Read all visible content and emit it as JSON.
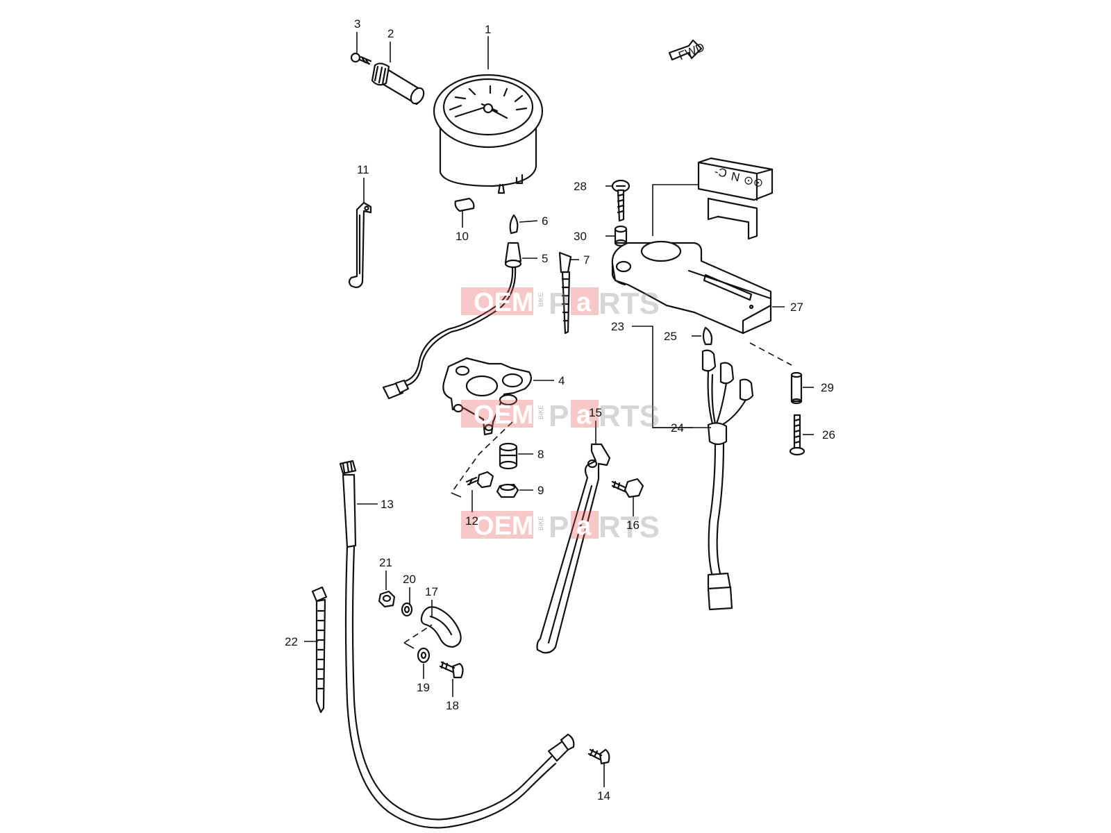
{
  "callouts": [
    "1",
    "2",
    "3",
    "4",
    "5",
    "6",
    "7",
    "8",
    "9",
    "10",
    "11",
    "12",
    "13",
    "14",
    "15",
    "16",
    "17",
    "18",
    "19",
    "20",
    "21",
    "22",
    "23",
    "24",
    "25",
    "26",
    "27",
    "28",
    "29",
    "30"
  ],
  "fwd_label": "FWD",
  "watermark": {
    "oem": "OEM",
    "bike": "BIKE",
    "parts_a": "P",
    "parts_b": "a",
    "parts_c": "RTS"
  },
  "indicator_symbols": [
    "-Ͻ",
    "N",
    "⊙⊙"
  ]
}
